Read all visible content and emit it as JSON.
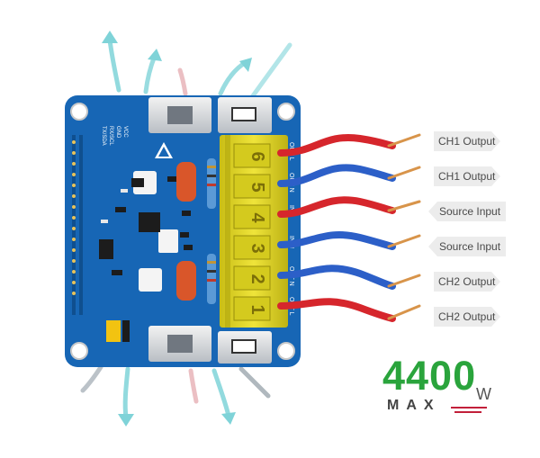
{
  "product_photo": {
    "description_icon": "relay-hat-board-photo",
    "terminal_numbers": [
      "6",
      "5",
      "4",
      "3",
      "2",
      "1"
    ],
    "terminal_side_labels": [
      "OUT L",
      "OUT N",
      "IN L",
      "IN N",
      "OUT N",
      "OUT L"
    ],
    "silk_labels": {
      "vcc": "VCC",
      "gnd": "GND",
      "rxscl": "RX/SCL",
      "txsda": "TX/SDA"
    }
  },
  "labels": [
    {
      "text": "CH1 Output",
      "direction": "out"
    },
    {
      "text": "CH1 Output",
      "direction": "out"
    },
    {
      "text": "Source Input",
      "direction": "in"
    },
    {
      "text": "Source Input",
      "direction": "in"
    },
    {
      "text": "CH2 Output",
      "direction": "out"
    },
    {
      "text": "CH2 Output",
      "direction": "out"
    }
  ],
  "power": {
    "value": "4400",
    "unit": "W",
    "max_label": "MAX"
  },
  "colors": {
    "board": "#1766b5",
    "wire_red": "#d6262c",
    "wire_blue": "#2c5fc8",
    "copper": "#d8944a",
    "terminal": "#dcd21e",
    "accent_green": "#2aa43c",
    "accent_red": "#c21f3a"
  }
}
